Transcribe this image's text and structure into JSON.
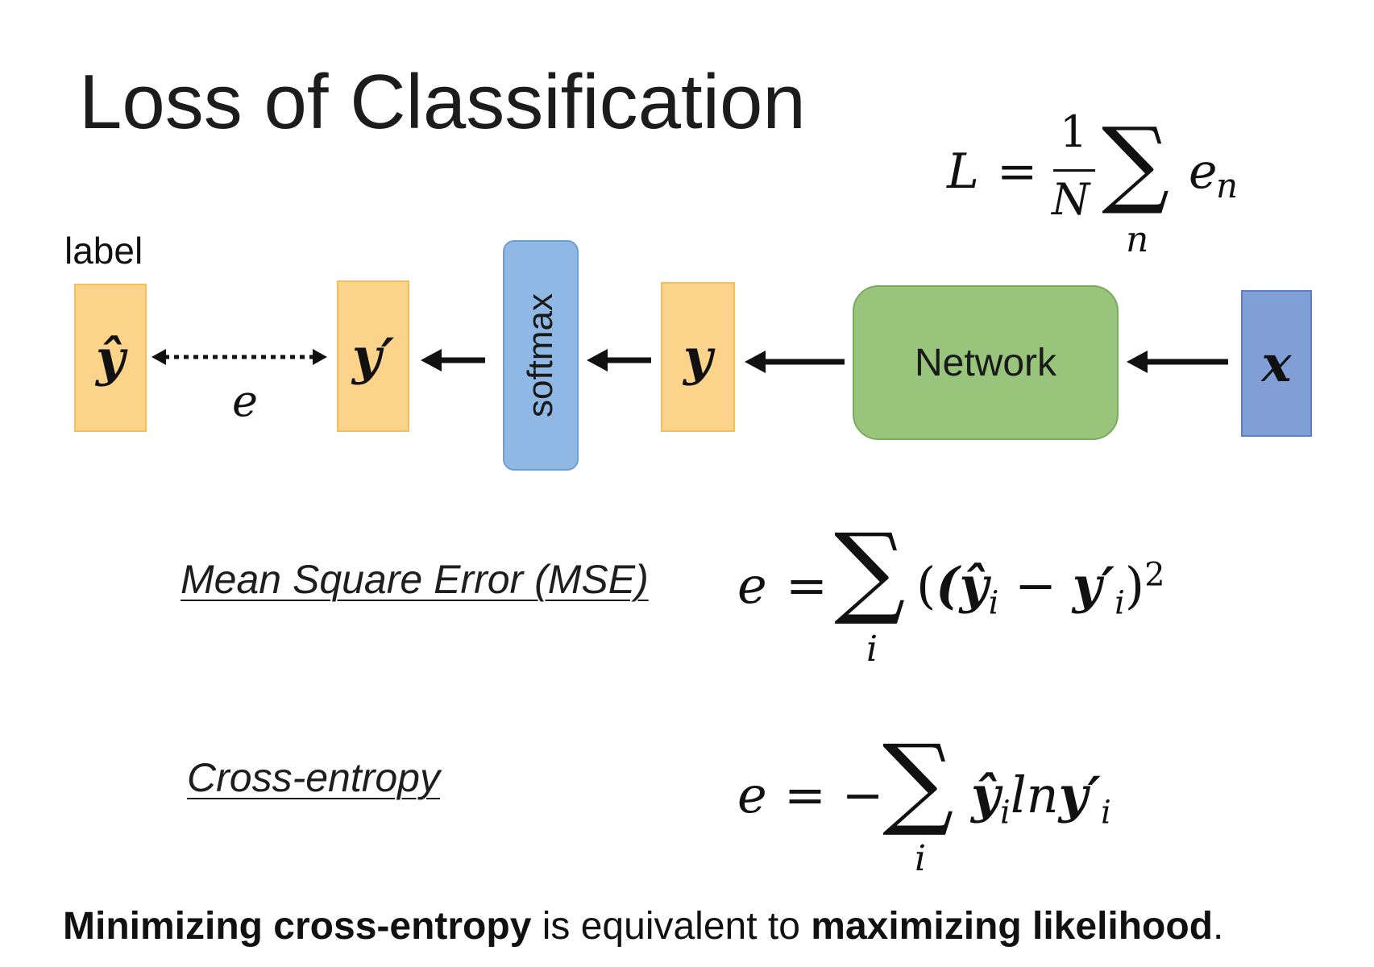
{
  "slide": {
    "title": "Loss of Classification",
    "label_caption": "label",
    "boxes": {
      "y_hat": "ŷ",
      "y_prime": "y′",
      "softmax": "softmax",
      "y": "y",
      "network": "Network",
      "x": "x"
    },
    "error_label": "e",
    "mse_label": "Mean Square Error (MSE)",
    "ce_label": "Cross-entropy",
    "bottom": {
      "part1": "Minimizing cross-entropy",
      "part2": " is equivalent to ",
      "part3": "maximizing likelihood",
      "part4": "."
    }
  },
  "formulas": {
    "loss": {
      "lhs": "L",
      "eq": "=",
      "num": "1",
      "den": "N",
      "sum": "∑",
      "sub": "n",
      "term": "e",
      "term_sub": "n"
    },
    "mse": {
      "lhs": "e",
      "eq": "=",
      "sum": "∑",
      "sub": "i",
      "body": "(ŷ",
      "i1": "i",
      "minus": " − ",
      "yp": "y′",
      "i2": "i",
      "close": ")",
      "power": "2"
    },
    "ce": {
      "lhs": "e",
      "eq": "= −",
      "sum": "∑",
      "sub": "i",
      "yh": "ŷ",
      "i1": "i",
      "ln": "ln",
      "yp": "y′",
      "i2": "i"
    }
  },
  "colors": {
    "orange": "#fbd38a",
    "blue": "#8fb8e4",
    "green": "#98c47c",
    "input_blue": "#7f9fd6"
  }
}
